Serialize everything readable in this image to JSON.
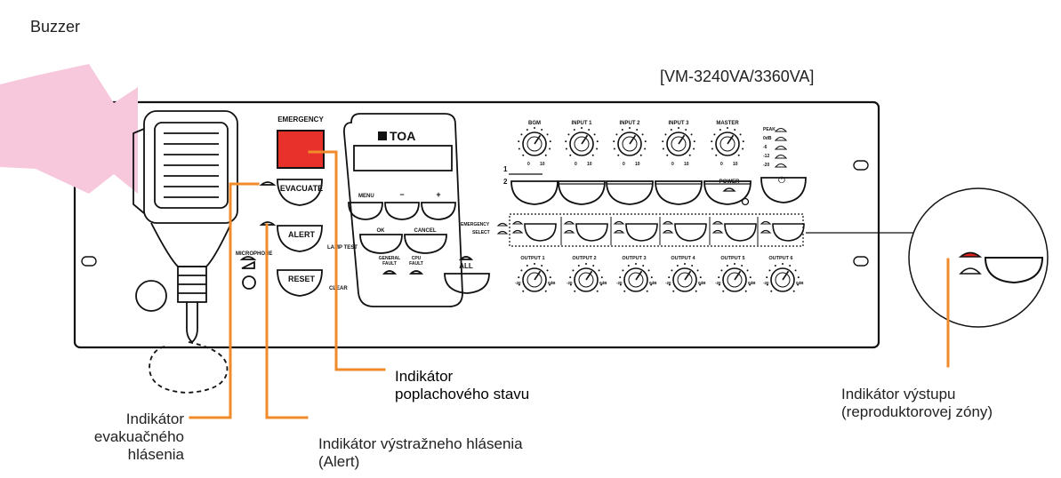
{
  "title": "Buzzer",
  "model": "[VM-3240VA/3360VA]",
  "brand": "TOA",
  "panel": {
    "emergency": "EMERGENCY",
    "evacuate": "EVACUATE",
    "alert": "ALERT",
    "reset": "RESET",
    "lamp_test": "LAMP TEST",
    "clear": "CLEAR",
    "microphone": "MICROPHONE",
    "menu": "MENU",
    "minus": "−",
    "plus": "+",
    "ok": "OK",
    "cancel": "CANCEL",
    "general_fault": [
      "GENERAL",
      "FAULT"
    ],
    "cpu_fault": [
      "CPU",
      "FAULT"
    ],
    "all": "ALL",
    "knobs": [
      "BGM",
      "INPUT 1",
      "INPUT 2",
      "INPUT 3",
      "MASTER"
    ],
    "knob_min": "0",
    "knob_max": "10",
    "row1": "1",
    "row2": "2",
    "power": "POWER",
    "meter": [
      "PEAK",
      "0dB",
      "-6",
      "-12",
      "-20"
    ],
    "emergency_led": "EMERGENCY",
    "select_led": "SELECT",
    "outputs": [
      "OUTPUT 1",
      "OUTPUT 2",
      "OUTPUT 3",
      "OUTPUT 4",
      "OUTPUT 5",
      "OUTPUT 6"
    ],
    "out_min": "-20",
    "out_max": "0dB"
  },
  "callouts": {
    "emergency_indicator": [
      "Indikátor",
      "poplachového stavu"
    ],
    "output_indicator": [
      "Indikátor výstupu",
      "(reproduktorovej zóny)"
    ],
    "evacuate_indicator": [
      "Indikátor",
      "evakuačného",
      "hlásenia"
    ],
    "alert_indicator": [
      "Indikátor výstražneho hlásenia",
      "(Alert)"
    ]
  },
  "colors": {
    "emergency_button": "#e8312a",
    "callout_line": "#f08a2a",
    "buzzer_wave": "#f7c8dc",
    "led_active": "#e0201a"
  }
}
